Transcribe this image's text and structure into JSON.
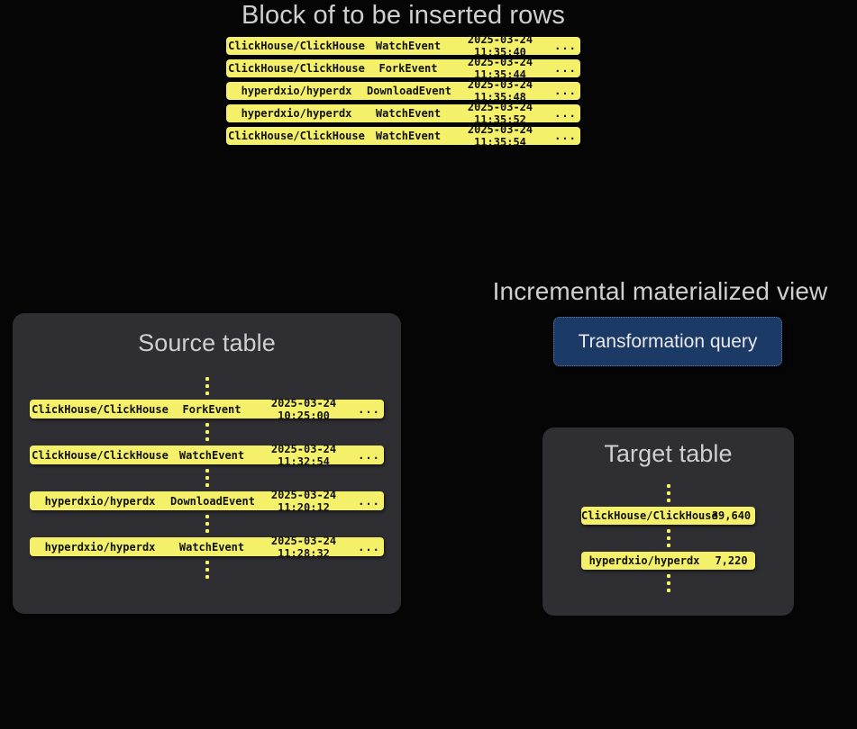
{
  "insert_block": {
    "title": "Block of to be inserted rows",
    "rows": [
      {
        "repo": "ClickHouse/ClickHouse",
        "event": "WatchEvent",
        "timestamp": "2025-03-24 11:35:40",
        "more": "..."
      },
      {
        "repo": "ClickHouse/ClickHouse",
        "event": "ForkEvent",
        "timestamp": "2025-03-24 11:35:44",
        "more": "..."
      },
      {
        "repo": "hyperdxio/hyperdx",
        "event": "DownloadEvent",
        "timestamp": "2025-03-24 11:35:48",
        "more": "..."
      },
      {
        "repo": "hyperdxio/hyperdx",
        "event": "WatchEvent",
        "timestamp": "2025-03-24 11:35:52",
        "more": "..."
      },
      {
        "repo": "ClickHouse/ClickHouse",
        "event": "WatchEvent",
        "timestamp": "2025-03-24 11:35:54",
        "more": "..."
      }
    ]
  },
  "source_table": {
    "title": "Source table",
    "rows": [
      {
        "repo": "ClickHouse/ClickHouse",
        "event": "ForkEvent",
        "timestamp": "2025-03-24 10:25:00",
        "more": "..."
      },
      {
        "repo": "ClickHouse/ClickHouse",
        "event": "WatchEvent",
        "timestamp": "2025-03-24 11:32:54",
        "more": "..."
      },
      {
        "repo": "hyperdxio/hyperdx",
        "event": "DownloadEvent",
        "timestamp": "2025-03-24 11:20:12",
        "more": "..."
      },
      {
        "repo": "hyperdxio/hyperdx",
        "event": "WatchEvent",
        "timestamp": "2025-03-24 11:28:32",
        "more": "..."
      }
    ]
  },
  "materialized_view": {
    "title": "Incremental materialized view",
    "query_label": "Transformation query"
  },
  "target_table": {
    "title": "Target table",
    "rows": [
      {
        "repo": "ClickHouse/ClickHouse",
        "count": "39,640"
      },
      {
        "repo": "hyperdxio/hyperdx",
        "count": "7,220"
      }
    ]
  },
  "colors": {
    "background": "#050505",
    "row_yellow": "#f5f06a",
    "card_gray": "#2e2e33",
    "heading_gray": "#cfcfcf",
    "query_blue": "#1b3a66"
  }
}
